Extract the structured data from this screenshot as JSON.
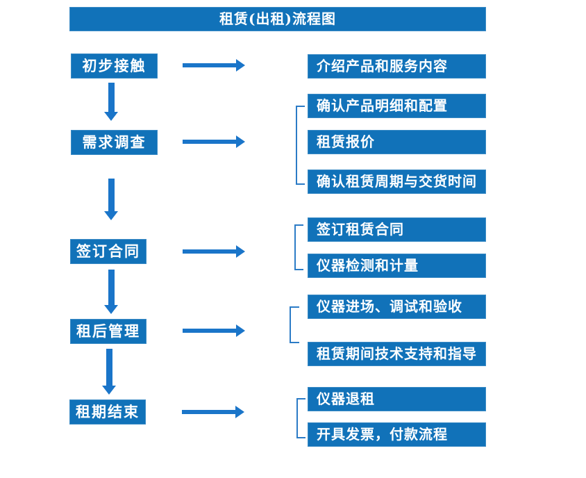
{
  "title": "租赁(出租)流程图",
  "colors": {
    "box_blue": "#1172b9",
    "arrow_blue": "#1a75c9",
    "bracket_blue": "#2b7bc6",
    "text_white": "#ffffff"
  },
  "stages": [
    {
      "label": "初步接触",
      "outputs": [
        "介绍产品和服务内容"
      ]
    },
    {
      "label": "需求调查",
      "outputs": [
        "确认产品明细和配置",
        "租赁报价",
        "确认租赁周期与交货时间"
      ]
    },
    {
      "label": "签订合同",
      "outputs": [
        "签订租赁合同",
        "仪器检测和计量"
      ]
    },
    {
      "label": "租后管理",
      "outputs": [
        "仪器进场、调试和验收",
        "租赁期间技术支持和指导"
      ]
    },
    {
      "label": "租期结束",
      "outputs": [
        "仪器退租",
        "开具发票，付款流程"
      ]
    }
  ]
}
